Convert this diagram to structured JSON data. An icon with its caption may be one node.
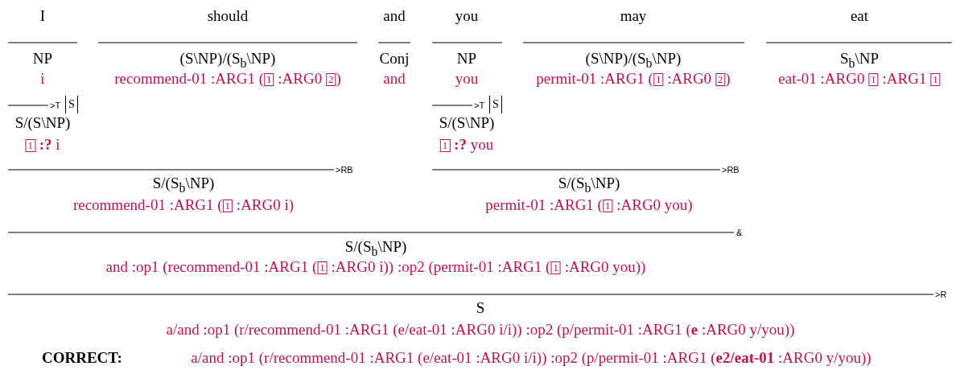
{
  "diagram": {
    "labels": [
      "I",
      "should",
      "and",
      "you",
      "may",
      "eat",
      "NP",
      "(S\\NP)/(S$_{b}$\\NP)",
      "Conj",
      "NP",
      "(S\\NP)/(S$_{b}$\\NP)",
      "S$_{b}$\\NP",
      "i",
      "recommend-01 :ARG1 (1⃞ :ARG0 2⃞)",
      "and",
      "you",
      "permit-01 :ARG1 (1⃞ :ARG0 2⃞)",
      "eat-01 :ARG0 1⃞ :ARG1 1⃞",
      ">T",
      "S",
      ">T",
      "S",
      "S/(S\\NP)",
      "S/(S\\NP)",
      "1⃞ **:?** i",
      "1⃞ **:?** you",
      ">RB",
      ">RB",
      "S/(S$_{b}$\\NP)",
      "S/(S$_{b}$\\NP)",
      "recommend-01 :ARG1 (1⃞ :ARG0 i)",
      "permit-01 :ARG1 (1⃞ :ARG0 you)",
      "&",
      "S/(S$_{b}$\\NP)",
      "and :op1 (recommend-01 :ARG1 (1⃞ :ARG0 i)) :op2 (permit-01 :ARG1 (1⃞ :ARG0 you))",
      ">R",
      "S",
      "a/and :op1 (r/recommend-01 :ARG1 (e/eat-01 :ARG0 i/i)) :op2 (p/permit-01 :ARG1 (**e** :ARG0 y/you))",
      "CORRECT:",
      "a/and :op1 (r/recommend-01 :ARG1 (e/eat-01 :ARG0 i/i)) :op2 (p/permit-01 :ARG1 (**e2/eat-01** :ARG0 y/you))"
    ]
  }
}
